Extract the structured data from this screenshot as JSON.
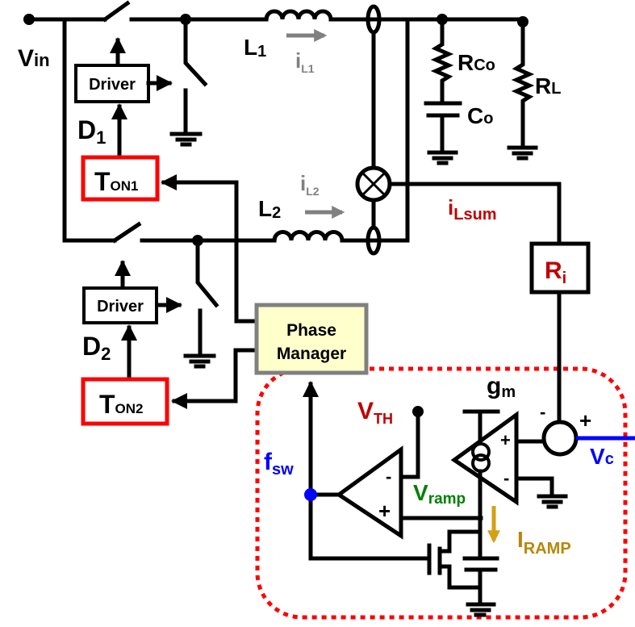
{
  "labels": {
    "vin": {
      "main": "V",
      "sub": "in"
    },
    "l1": {
      "main": "L",
      "sub": "1"
    },
    "l2": {
      "main": "L",
      "sub": "2"
    },
    "il1": {
      "main": "i",
      "sub": "L1"
    },
    "il2": {
      "main": "i",
      "sub": "L2"
    },
    "ilsum": {
      "main": "i",
      "sub": "Lsum"
    },
    "d1": {
      "main": "D",
      "sub": "1"
    },
    "d2": {
      "main": "D",
      "sub": "2"
    },
    "ton1": {
      "main": "T",
      "sub": "ON1"
    },
    "ton2": {
      "main": "T",
      "sub": "ON2"
    },
    "driver1": "Driver",
    "driver2": "Driver",
    "rco": {
      "main": "R",
      "sub": "Co"
    },
    "co": {
      "main": "C",
      "sub": "o"
    },
    "rl": {
      "main": "R",
      "sub": "L"
    },
    "ri": {
      "main": "R",
      "sub": "i"
    },
    "phase_manager": {
      "line1": "Phase",
      "line2": "Manager"
    },
    "fsw": {
      "main": "f",
      "sub": "sw"
    },
    "vth": {
      "main": "V",
      "sub": "TH"
    },
    "vramp": {
      "main": "V",
      "sub": "ramp"
    },
    "gm": {
      "main": "g",
      "sub": "m"
    },
    "iramp": {
      "main": "I",
      "sub": "RAMP"
    },
    "vc": {
      "main": "V",
      "sub": "c"
    },
    "minus": "-",
    "plus": "+"
  },
  "colors": {
    "ton_border": "#ff0000",
    "current_label": "#c00000",
    "inductor_current": "#808080",
    "fsw": "#0000ff",
    "vc": "#0000ff",
    "vramp": "#008000",
    "iramp": "#b8860b",
    "iramp_arrow": "#d4a017",
    "phase_manager_fill": "#ffffcc",
    "phase_manager_border": "#808080",
    "control_block_border": "#ff0000"
  }
}
